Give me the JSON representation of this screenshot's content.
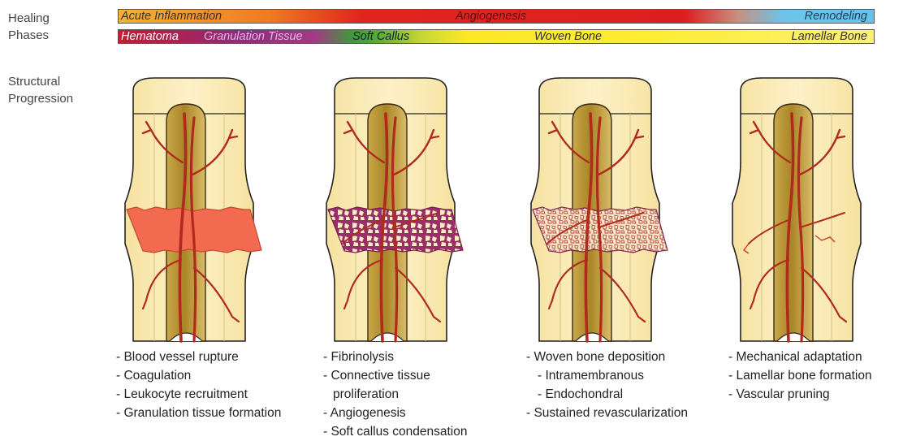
{
  "labels": {
    "phases_line1": "Healing",
    "phases_line2": "Phases",
    "structure_line1": "Structural",
    "structure_line2": "Progression"
  },
  "phase_bar_top": [
    "Acute Inflammation",
    "Angiogenesis",
    "Remodeling"
  ],
  "phase_bar_bottom": [
    "Hematoma",
    "Granulation Tissue",
    "Soft Callus",
    "Woven Bone",
    "Lamellar Bone"
  ],
  "colors": {
    "inflammation": "#f3b233",
    "angiogenesis": "#dd1f1f",
    "remodeling": "#66c3ee",
    "hematoma": "#c21f31",
    "granulation": "#8a2e7d",
    "soft_callus": "#52ac32",
    "woven_bone": "#fbe827",
    "lamellar_bone": "#fdf175",
    "vessel": "#b02a1e",
    "bone": "#fbeab2"
  },
  "stages": [
    {
      "bullets": [
        "- Blood vessel rupture",
        "- Coagulation",
        "- Leukocyte recruitment",
        "- Granulation tissue formation"
      ]
    },
    {
      "bullets": [
        "- Fibrinolysis",
        "- Connective tissue",
        "proliferation",
        "- Angiogenesis",
        "- Soft callus condensation"
      ]
    },
    {
      "bullets": [
        "- Woven bone deposition",
        "- Intramembranous",
        "- Endochondral",
        "- Sustained revascularization"
      ]
    },
    {
      "bullets": [
        "- Mechanical adaptation",
        "- Lamellar bone formation",
        "- Vascular pruning"
      ]
    }
  ]
}
